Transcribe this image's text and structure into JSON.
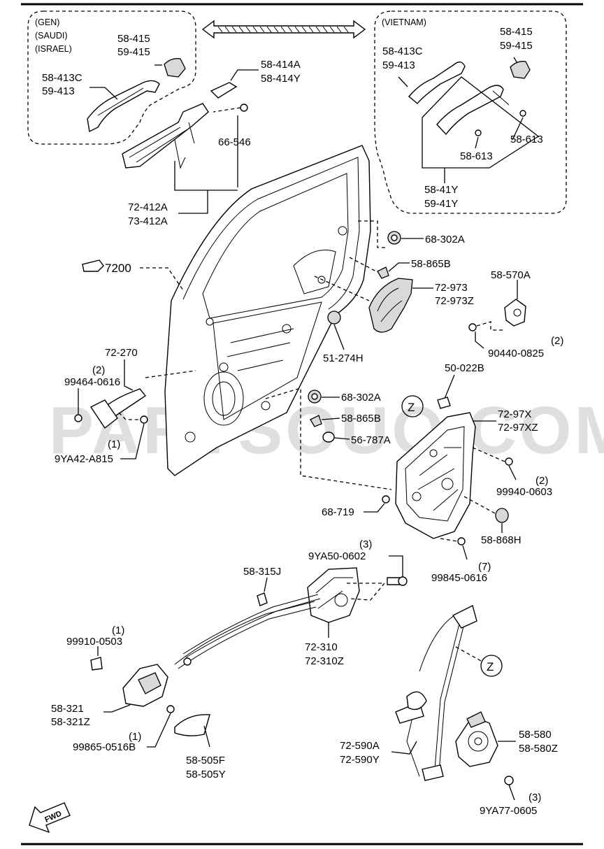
{
  "diagram": {
    "groups": {
      "left_region_lines": [
        "(GEN)",
        "(SAUDI)",
        "(ISRAEL)"
      ],
      "right_region": "(VIETNAM)"
    },
    "watermark": "PARTSOUQ.COM",
    "fwd_label": "FWD",
    "callouts": {
      "c_58_415_l1": "58-415",
      "c_58_415_l2": "59-415",
      "c_58_413c_l1": "58-413C",
      "c_58_413c_l2": "59-413",
      "c_58_414a_l1": "58-414A",
      "c_58_414a_l2": "58-414Y",
      "c_66_546": "66-546",
      "c_72_412a_l1": "72-412A",
      "c_72_412a_l2": "73-412A",
      "c_v_58_413c_l1": "58-413C",
      "c_v_58_413c_l2": "59-413",
      "c_v_58_415_l1": "58-415",
      "c_v_58_415_l2": "59-415",
      "c_v_58_613_a": "58-613",
      "c_v_58_613_b": "58-613",
      "c_v_58_41y_l1": "58-41Y",
      "c_v_58_41y_l2": "59-41Y",
      "c_68_302a_top": "68-302A",
      "c_7200": "7200",
      "c_58_865b_top": "58-865B",
      "c_72_973_l1": "72-973",
      "c_72_973_l2": "72-973Z",
      "c_58_570a": "58-570A",
      "c_90440_qty": "(2)",
      "c_90440": "90440-0825",
      "c_51_274h": "51-274H",
      "c_72_270": "72-270",
      "c_99464_qty": "(2)",
      "c_99464": "99464-0616",
      "c_9ya42_qty": "(1)",
      "c_9ya42": "9YA42-A815",
      "c_50_022b": "50-022B",
      "c_z_top": "Z",
      "c_68_302a_mid": "68-302A",
      "c_58_865b_mid": "58-865B",
      "c_56_787a": "56-787A",
      "c_72_97x_l1": "72-97X",
      "c_72_97x_l2": "72-97XZ",
      "c_99940_qty": "(2)",
      "c_99940": "99940-0603",
      "c_68_719": "68-719",
      "c_58_868h": "58-868H",
      "c_99845_qty": "(7)",
      "c_99845": "99845-0616",
      "c_9ya50_qty": "(3)",
      "c_9ya50": "9YA50-0602",
      "c_58_315j": "58-315J",
      "c_72_310_l1": "72-310",
      "c_72_310_l2": "72-310Z",
      "c_99910_qty": "(1)",
      "c_99910": "99910-0503",
      "c_58_321_l1": "58-321",
      "c_58_321_l2": "58-321Z",
      "c_99865_qty": "(1)",
      "c_99865": "99865-0516B",
      "c_58_505f_l1": "58-505F",
      "c_58_505f_l2": "58-505Y",
      "c_z_bottom": "Z",
      "c_72_590a_l1": "72-590A",
      "c_72_590a_l2": "72-590Y",
      "c_58_580_l1": "58-580",
      "c_58_580_l2": "58-580Z",
      "c_9ya77_qty": "(3)",
      "c_9ya77": "9YA77-0605"
    }
  }
}
